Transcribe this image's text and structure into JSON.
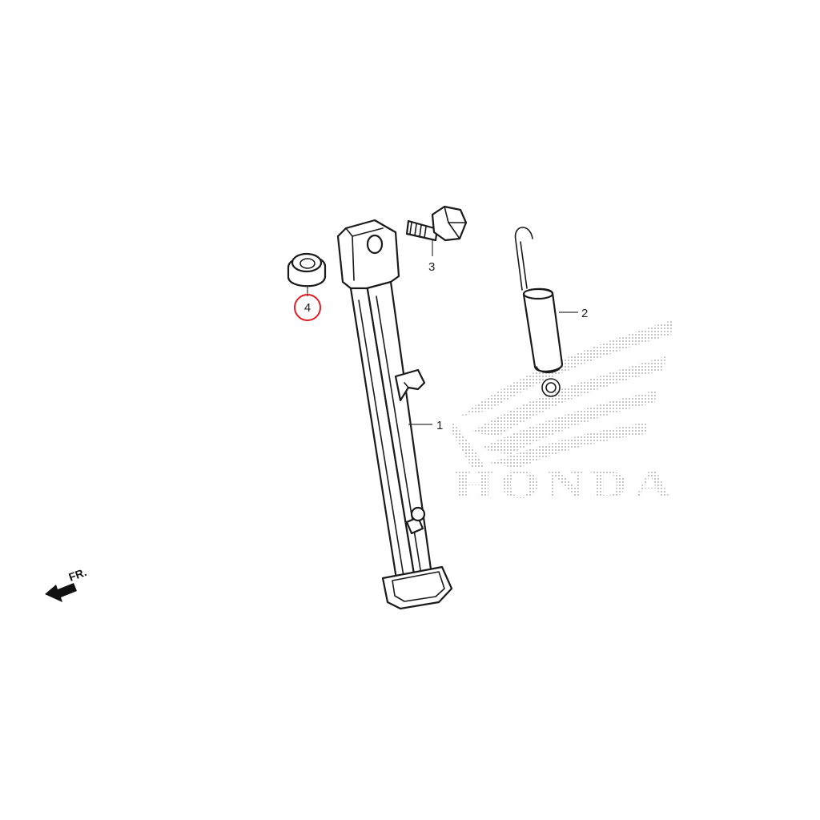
{
  "parts": [
    {
      "ref": "1",
      "name": "side-stand"
    },
    {
      "ref": "2",
      "name": "spring"
    },
    {
      "ref": "3",
      "name": "pivot-bolt"
    },
    {
      "ref": "4",
      "name": "nut"
    }
  ],
  "highlighted_ref": "4",
  "highlight_color": "#e01e24",
  "direction_label": "FR.",
  "watermark": {
    "text": "HONDA",
    "color": "#bdbdbd"
  }
}
